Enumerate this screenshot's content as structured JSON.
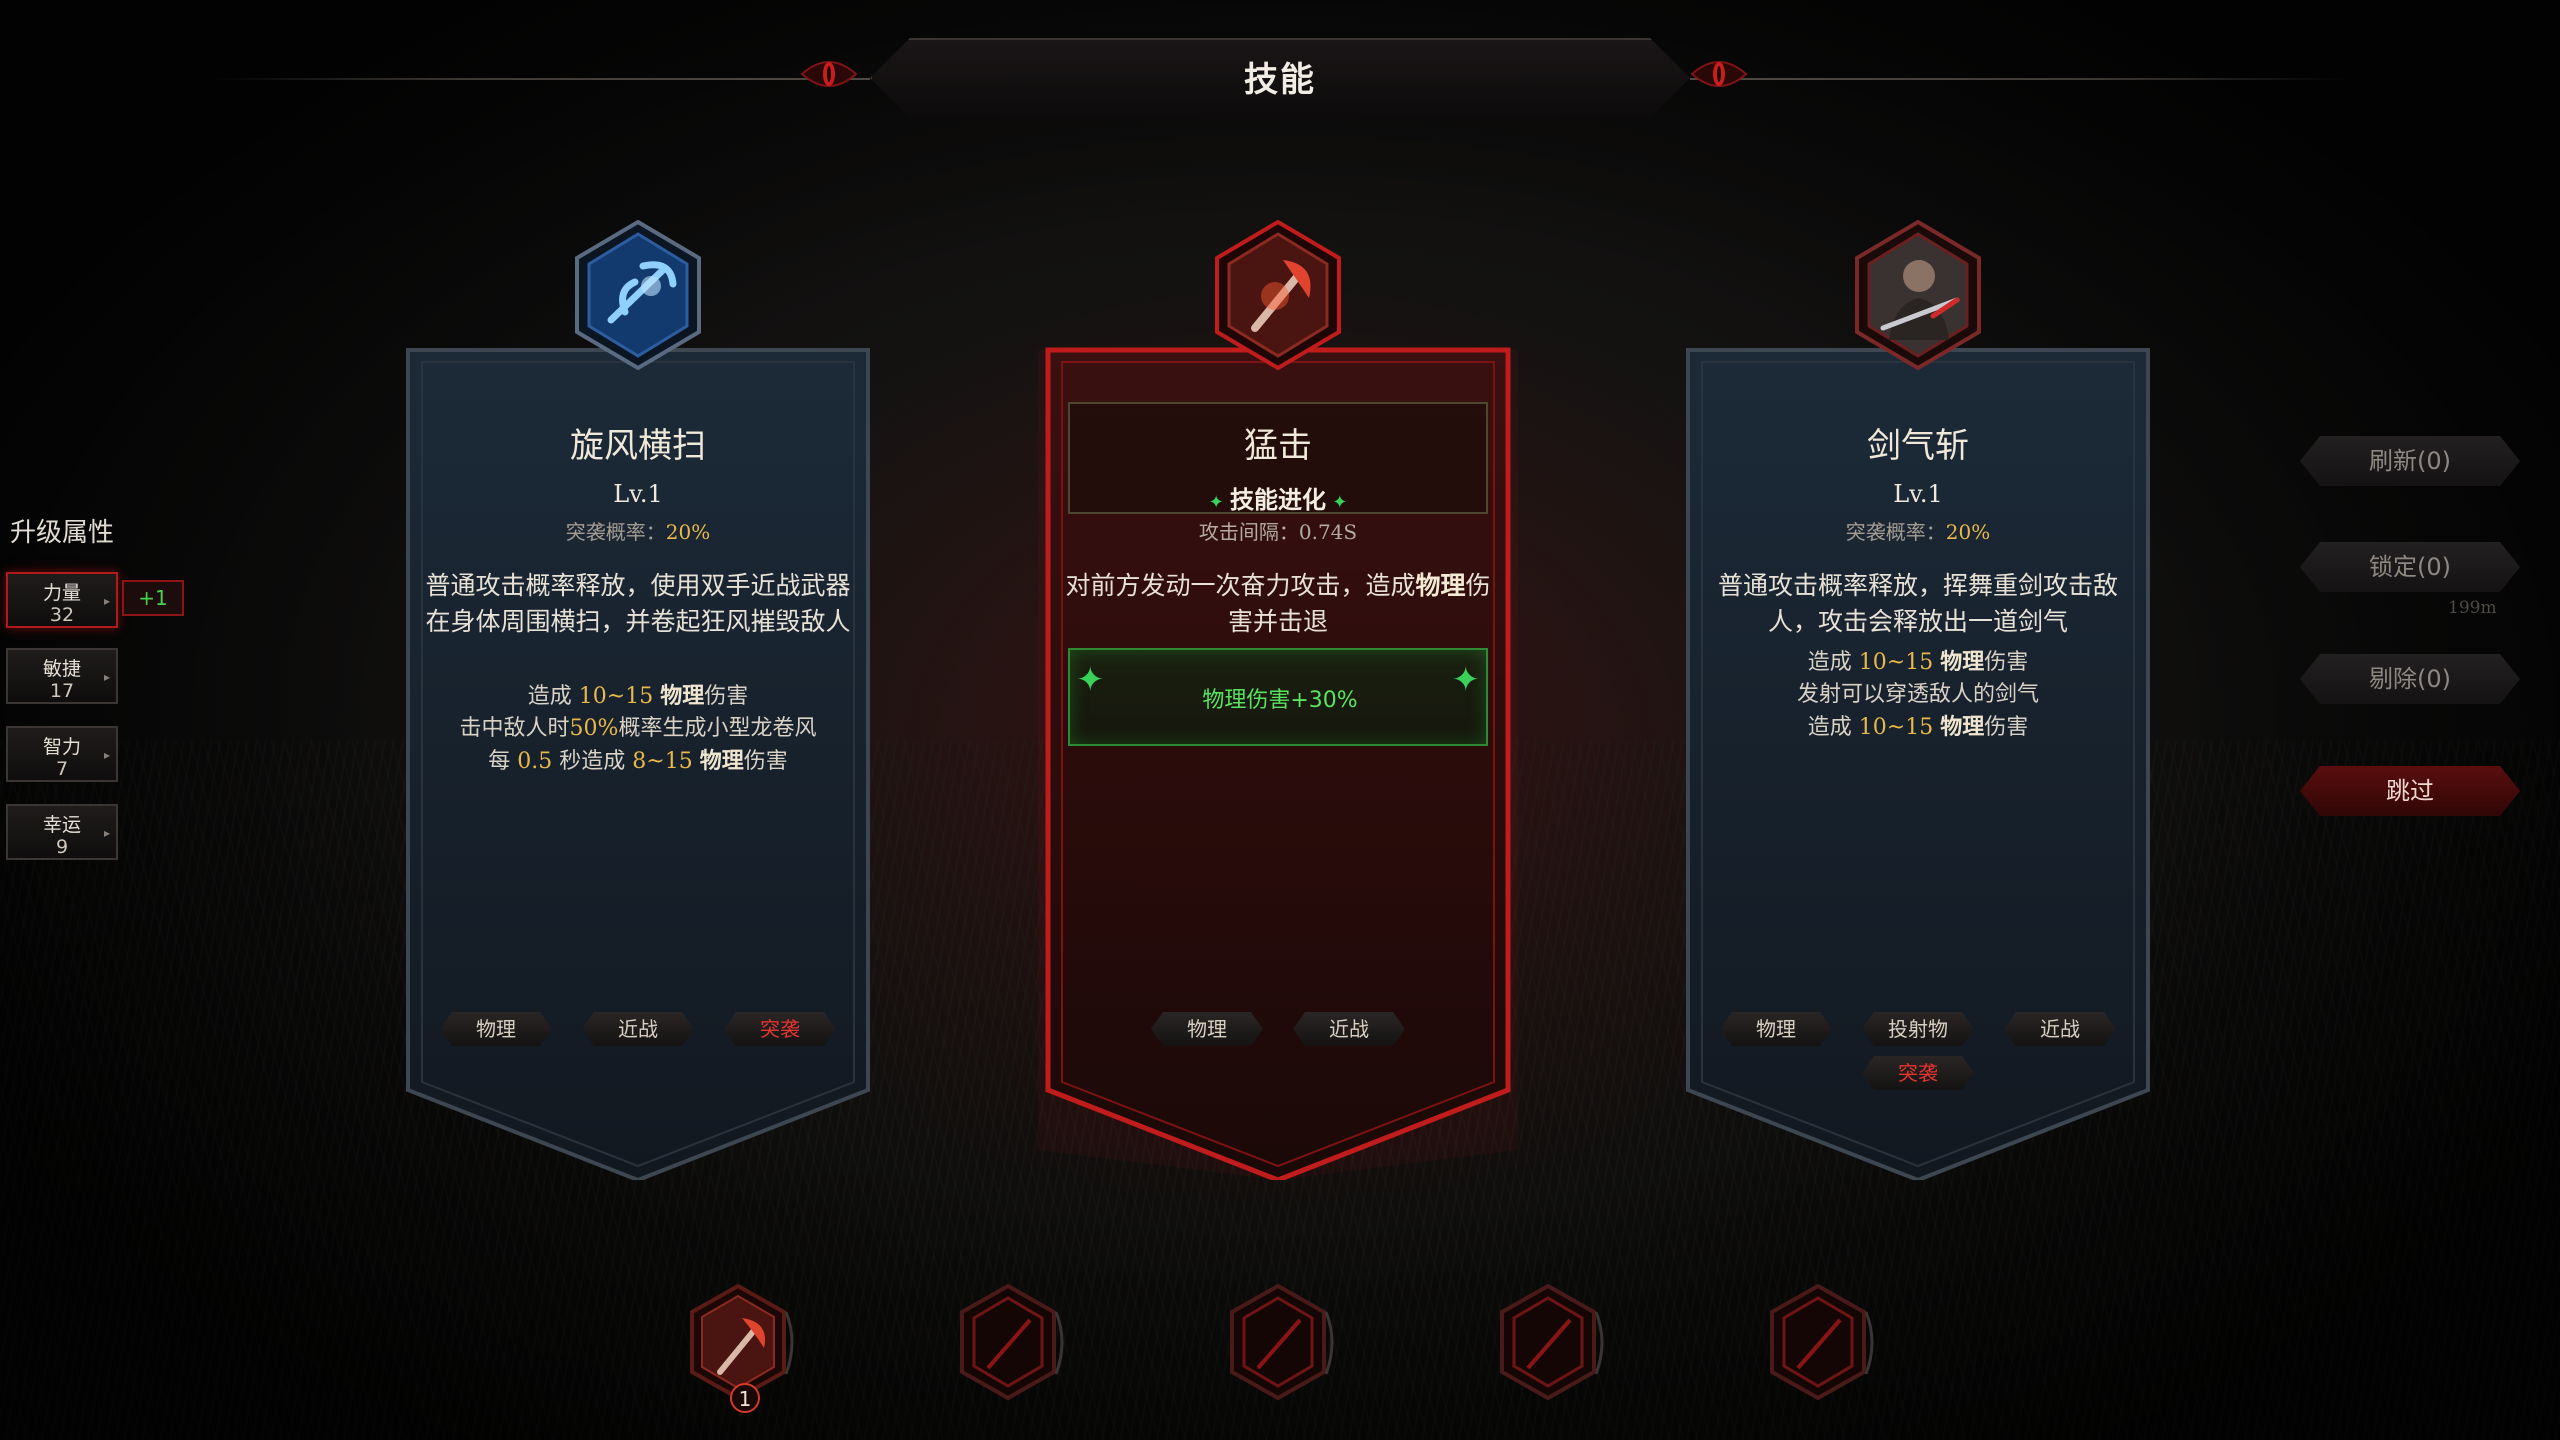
{
  "header": {
    "title": "技能"
  },
  "attributes": {
    "title": "升级属性",
    "items": [
      {
        "name": "力量",
        "value": "32"
      },
      {
        "name": "敏捷",
        "value": "17"
      },
      {
        "name": "智力",
        "value": "7"
      },
      {
        "name": "幸运",
        "value": "9"
      }
    ],
    "bonus": "+1"
  },
  "cards": [
    {
      "title": "旋风横扫",
      "level": "Lv.1",
      "chance_label": "突袭概率：",
      "chance_value": "20%",
      "description": "普通攻击概率释放，使用双手近战武器在身体周围横扫，并卷起狂风摧毁敌人",
      "effects": [
        [
          "造成 ",
          "10~15",
          " ",
          "物理",
          "伤害"
        ],
        [
          "击中敌人时",
          "50%",
          "概率生成小型龙卷风",
          "",
          ""
        ],
        [
          "每 ",
          "0.5",
          " 秒造成 ",
          "8~15",
          " ",
          "物理",
          "伤害"
        ]
      ],
      "tags": [
        {
          "label": "物理",
          "accent": false
        },
        {
          "label": "近战",
          "accent": false
        },
        {
          "label": "突袭",
          "accent": true
        }
      ],
      "icon": "whirlwind-axe-icon",
      "theme": "#1f4f8c"
    },
    {
      "title": "猛击",
      "evolution_label": "技能进化",
      "interval_label": "攻击间隔：",
      "interval_value": "0.74S",
      "description_pre": "对前方发动一次奋力攻击，造成",
      "description_hl": "物理",
      "description_post": "伤害并击退",
      "bonus": "物理伤害+30%",
      "tags": [
        {
          "label": "物理",
          "accent": false
        },
        {
          "label": "近战",
          "accent": false
        }
      ],
      "icon": "smash-axe-icon",
      "theme": "#b3161a"
    },
    {
      "title": "剑气斩",
      "level": "Lv.1",
      "chance_label": "突袭概率：",
      "chance_value": "20%",
      "description": "普通攻击概率释放，挥舞重剑攻击敌人，攻击会释放出一道剑气",
      "effects": [
        [
          "造成 ",
          "10~15",
          " ",
          "物理",
          "伤害"
        ],
        [
          "发射可以穿透敌人的剑气",
          "",
          "",
          "",
          ""
        ],
        [
          "造成 ",
          "10~15",
          " ",
          "物理",
          "伤害"
        ]
      ],
      "tags": [
        {
          "label": "物理",
          "accent": false
        },
        {
          "label": "投射物",
          "accent": false
        },
        {
          "label": "近战",
          "accent": false
        },
        {
          "label": "突袭",
          "accent": true
        }
      ],
      "icon": "sword-warrior-icon",
      "theme": "#7a1c1c"
    }
  ],
  "side_buttons": {
    "refresh": "刷新(0)",
    "lock": "锁定(0)",
    "remove": "剔除(0)",
    "skip": "跳过",
    "distance": "199m"
  },
  "slots": {
    "count": 5,
    "filled_level": "1"
  },
  "colors": {
    "accent_red": "#b3161a",
    "gold": "#e8b84a",
    "green": "#5be25e",
    "blue": "#1f4f8c"
  }
}
